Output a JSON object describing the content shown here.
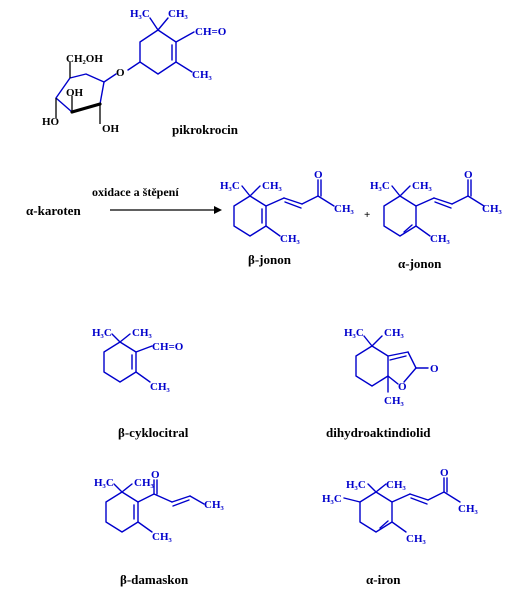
{
  "colors": {
    "structure": "#0000cc",
    "text": "#000000",
    "background": "#ffffff"
  },
  "labels": {
    "pikrokrocin": "pikrokrocin",
    "alpha_karoten": "α-karoten",
    "arrow_text": "oxidace a štěpení",
    "plus": "+",
    "beta_jonon": "β-jonon",
    "alpha_jonon": "α-jonon",
    "beta_cyklocitral": "β-cyklocitral",
    "dihydroaktindiolid": "dihydroaktindiolid",
    "beta_damaskon": "β-damaskon",
    "alpha_iron": "α-iron"
  },
  "atoms": {
    "h3c": "H₃C",
    "ch3": "CH₃",
    "cho": "CH=O",
    "o": "O",
    "ch2oh": "CH₂OH",
    "oh": "OH",
    "ho": "HO"
  }
}
